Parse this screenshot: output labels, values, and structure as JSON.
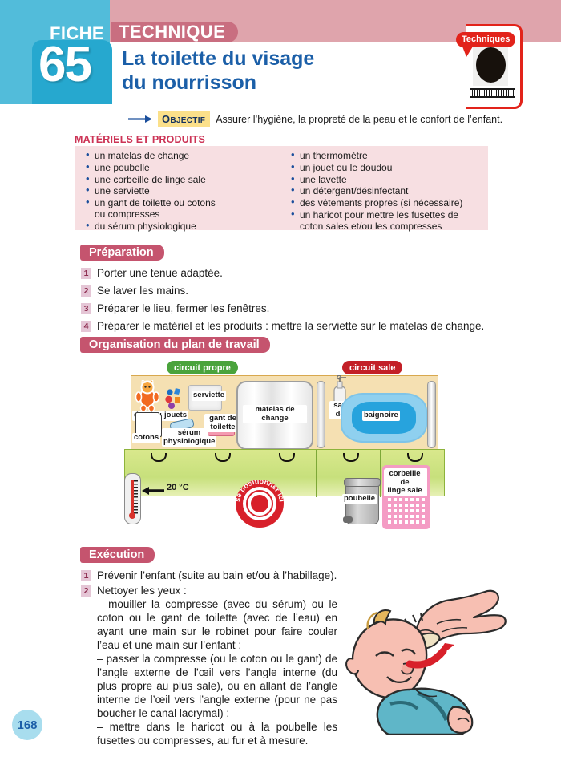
{
  "header": {
    "fiche_label": "FICHE",
    "technique_label": "TECHNIQUE",
    "number": "65",
    "title_line1": "La toilette du visage",
    "title_line2": "du nourrisson",
    "tab_label": "Techniques",
    "teal_color": "#52bcda",
    "pink_band_color": "#dfa4ac",
    "technique_pill_color": "#c96e80",
    "title_color": "#1b5fa8",
    "tab_accent_color": "#e2231a"
  },
  "objectif": {
    "tag_initial": "O",
    "tag_rest": "BJECTIF",
    "text": "Assurer l’hygiène, la propreté de la peau et le confort de l’enfant.",
    "tag_bg": "#fbe08a"
  },
  "materiels": {
    "title": "MATÉRIELS ET PRODUITS",
    "title_color": "#cc3355",
    "box_bg": "#f7dfe2",
    "left_items": [
      "un matelas de change",
      "une poubelle",
      "une corbeille de linge sale",
      "une serviette",
      "un gant de toilette ou cotons",
      "du sérum physiologique"
    ],
    "left_item_5_cont": "ou compresses",
    "right_items": [
      "un thermomètre",
      "un jouet ou le doudou",
      "une lavette",
      "un détergent/désinfectant",
      "des vêtements propres (si nécessaire)",
      "un haricot pour mettre les fusettes de"
    ],
    "right_item_6_cont": "coton sales et/ou les compresses"
  },
  "preparation": {
    "pill_label": "Préparation",
    "pill_color": "#c5546e",
    "steps": [
      {
        "num": "1",
        "text": "Porter une tenue adaptée."
      },
      {
        "num": "2",
        "text": "Se laver les mains."
      },
      {
        "num": "3",
        "text": "Préparer le lieu, fermer les fenêtres."
      },
      {
        "num": "4",
        "text": "Préparer le matériel et les produits : mettre la serviette sur le matelas de change."
      }
    ]
  },
  "organisation": {
    "pill_label": "Organisation du plan de travail",
    "circuit_propre": "circuit propre",
    "circuit_propre_color": "#4aa33c",
    "circuit_sale": "circuit sale",
    "circuit_sale_color": "#c32027",
    "labels": {
      "doudou": "doudou",
      "jouets": "jouets",
      "serviette": "serviette",
      "cotons": "cotons",
      "serum_line1": "sérum",
      "serum_line2": "physiologique",
      "gant_line1": "gant de",
      "gant_line2": "toilette",
      "matelas_line1": "matelas de",
      "matelas_line2": "change",
      "savon_line1": "savon",
      "savon_line2": "doux",
      "baignoire": "baignoire",
      "poubelle": "poubelle",
      "corbeille_line1": "corbeille",
      "corbeille_line2": "de",
      "corbeille_line3": "linge sale"
    },
    "temperature": "20 °C",
    "position_marker": "se positionner ici"
  },
  "execution": {
    "pill_label": "Exécution",
    "steps": [
      {
        "num": "1",
        "text": "Prévenir l’enfant (suite au bain et/ou à l’habillage)."
      },
      {
        "num": "2",
        "text": "Nettoyer les yeux :"
      }
    ],
    "sub_items": [
      "– mouiller la compresse (avec du sérum) ou le coton ou le gant de toilette (avec de l’eau) en ayant une main sur le robinet pour faire couler l’eau et une main sur l’enfant ;",
      "– passer la compresse (ou le coton ou le gant) de l’angle externe de l’œil vers l’angle interne (du plus propre au plus sale), ou en allant de l’angle interne de l’œil vers l’angle externe (pour ne pas boucher le canal lacrymal) ;",
      "– mettre dans le haricot ou à la poubelle les fusettes ou compresses, au fur et à mesure."
    ]
  },
  "footer": {
    "page_number": "168",
    "page_number_bg": "#a8ddee",
    "page_number_color": "#1b5fa8"
  }
}
